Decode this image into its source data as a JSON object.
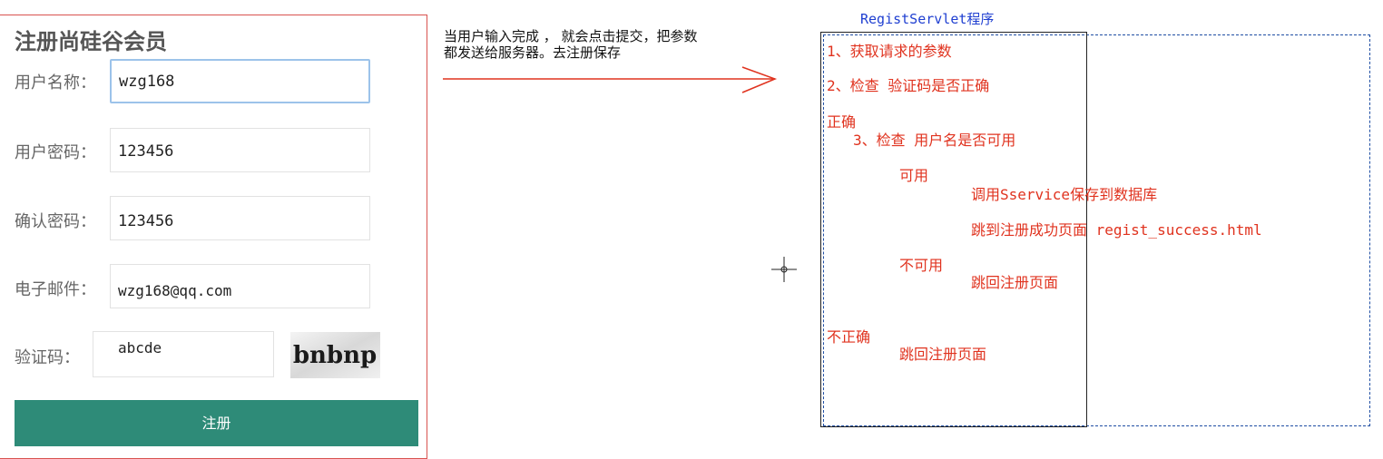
{
  "form": {
    "title": "注册尚硅谷会员",
    "username_label": "用户名称：",
    "username_value": "wzg168",
    "password_label": "用户密码：",
    "password_value": "123456",
    "confirm_label": "确认密码：",
    "confirm_value": "123456",
    "email_label": "电子邮件：",
    "email_value": "wzg168@qq.com",
    "captcha_label": "验证码：",
    "captcha_value": "abcde",
    "captcha_image_text": "bnbnp",
    "submit_label": "注册"
  },
  "annotation": {
    "note": "当用户输入完成 ， 就会点击提交，把参数\n都发送给服务器。去注册保存"
  },
  "servlet": {
    "title": "RegistServlet程序",
    "steps": [
      "1、获取请求的参数",
      "2、检查 验证码是否正确",
      "正确",
      "3、检查 用户名是否可用",
      "可用",
      "调用Sservice保存到数据库",
      "跳到注册成功页面 regist_success.html",
      "不可用",
      "跳回注册页面",
      "不正确",
      "跳回注册页面"
    ]
  },
  "colors": {
    "accent_button": "#2e8b78",
    "annotation_red": "#e0331f",
    "title_blue": "#1f3fd1",
    "panel_border": "#d9534f"
  }
}
